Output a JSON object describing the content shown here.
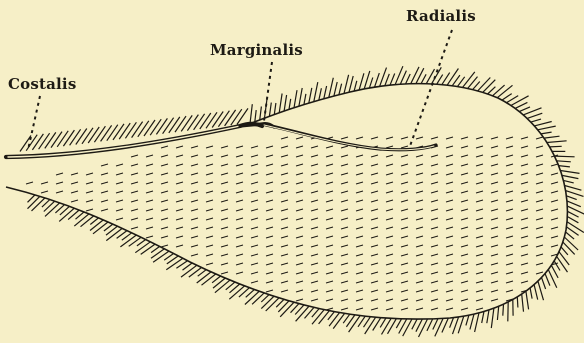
{
  "labels": {
    "costalis": "Costalis",
    "marginalis": "Marginalis",
    "radialis": "Radialis"
  },
  "colors": {
    "paper": "#f6efc7",
    "ink": "#1d1a14"
  }
}
